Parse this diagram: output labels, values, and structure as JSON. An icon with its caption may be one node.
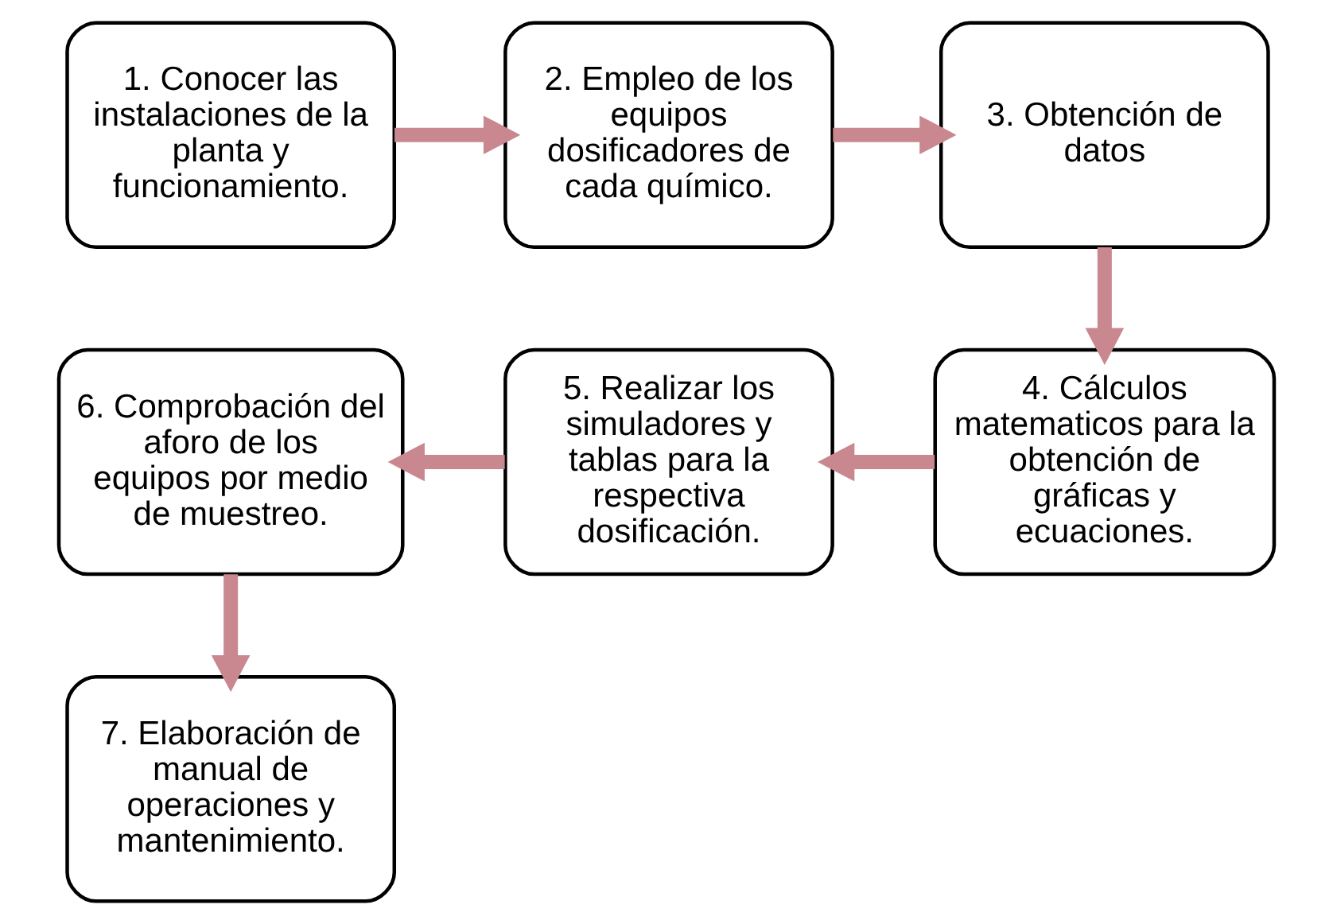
{
  "diagram": {
    "nodes": [
      {
        "text": [
          "1. Conocer las instalaciones de la planta y funcionamiento."
        ]
      },
      {
        "text": [
          "2. Empleo de los equipos dosificadores de cada químico."
        ]
      },
      {
        "text": [
          "3. Obtención de datos"
        ]
      },
      {
        "text": [
          "4. Cálculos matematicos para la obtención de gráficas y ecuaciones."
        ]
      },
      {
        "text": [
          "5. Realizar los simuladores y tablas para la respectiva dosificación."
        ]
      },
      {
        "text": [
          "6. Comprobación del aforo de los equipos por medio de muestreo."
        ]
      },
      {
        "text": [
          "7. Elaboración de manual de operaciones y mantenimiento."
        ]
      }
    ],
    "edges": [
      {
        "from": 0,
        "to": 1,
        "arrow": "to"
      },
      {
        "from": 1,
        "to": 2,
        "arrow": "to"
      },
      {
        "from": 2,
        "to": 3,
        "arrow": "to"
      },
      {
        "from": 3,
        "to": 4,
        "arrow": "to"
      },
      {
        "from": 4,
        "to": 5,
        "arrow": "to"
      },
      {
        "from": 5,
        "to": 6,
        "arrow": "to"
      }
    ]
  }
}
